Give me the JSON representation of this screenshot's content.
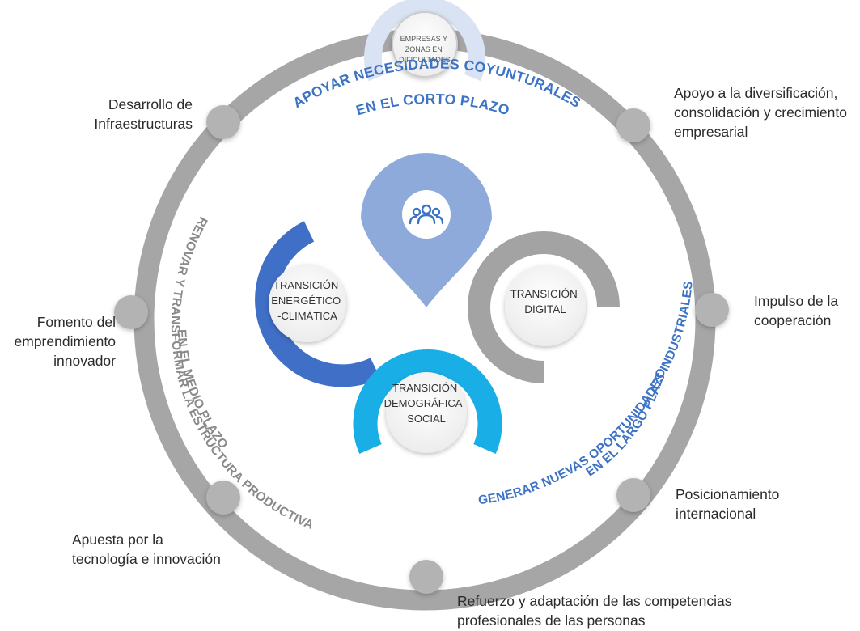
{
  "colors": {
    "ring": "#a6a6a6",
    "node": "#b3b3b3",
    "accent_blue": "#3d73c4",
    "energy_blue": "#3f6fc6",
    "digital_grey": "#a3a3a3",
    "social_cyan": "#1aaee6",
    "pin_light": "#8eaadb",
    "top_arc": "#d9e3f3"
  },
  "top_node": {
    "lines": [
      "EMPRESAS Y",
      "ZONAS EN",
      "DIFICULTADES"
    ]
  },
  "arc_texts": {
    "top": [
      "APOYAR NECESIDADES COYUNTURALES",
      "EN EL CORTO PLAZO"
    ],
    "left": [
      "RENOVAR Y TRANSFORMAR LA ESTRUCTURA PRODUCTIVA",
      "EN EL MEDIO PLAZO"
    ],
    "right": [
      "GENERAR NUEVAS OPORTUNIDADES INDUSTRIALES",
      "EN EL LARGO PLAZO"
    ]
  },
  "center": {
    "icon": "people-group-icon",
    "energy": [
      "TRANSICIÓN",
      "ENERGÉTICO",
      "-CLIMÁTICA"
    ],
    "digital": [
      "TRANSICIÓN",
      "DIGITAL"
    ],
    "social": [
      "TRANSICIÓN",
      "DEMOGRÁFICA-",
      "SOCIAL"
    ]
  },
  "labels": {
    "infraestructuras": [
      "Desarrollo de",
      "Infraestructuras"
    ],
    "diversificacion": [
      "Apoyo a la diversificación,",
      "consolidación y crecimiento",
      "empresarial"
    ],
    "emprendimiento": [
      "Fomento del",
      "emprendimiento",
      "innovador"
    ],
    "cooperacion": [
      "Impulso de la",
      "cooperación"
    ],
    "internacional": [
      "Posicionamiento",
      "internacional"
    ],
    "tecnologia": [
      "Apuesta por la",
      "tecnología e innovación"
    ],
    "competencias": [
      "Refuerzo y adaptación de las competencias",
      "profesionales de las personas"
    ]
  }
}
